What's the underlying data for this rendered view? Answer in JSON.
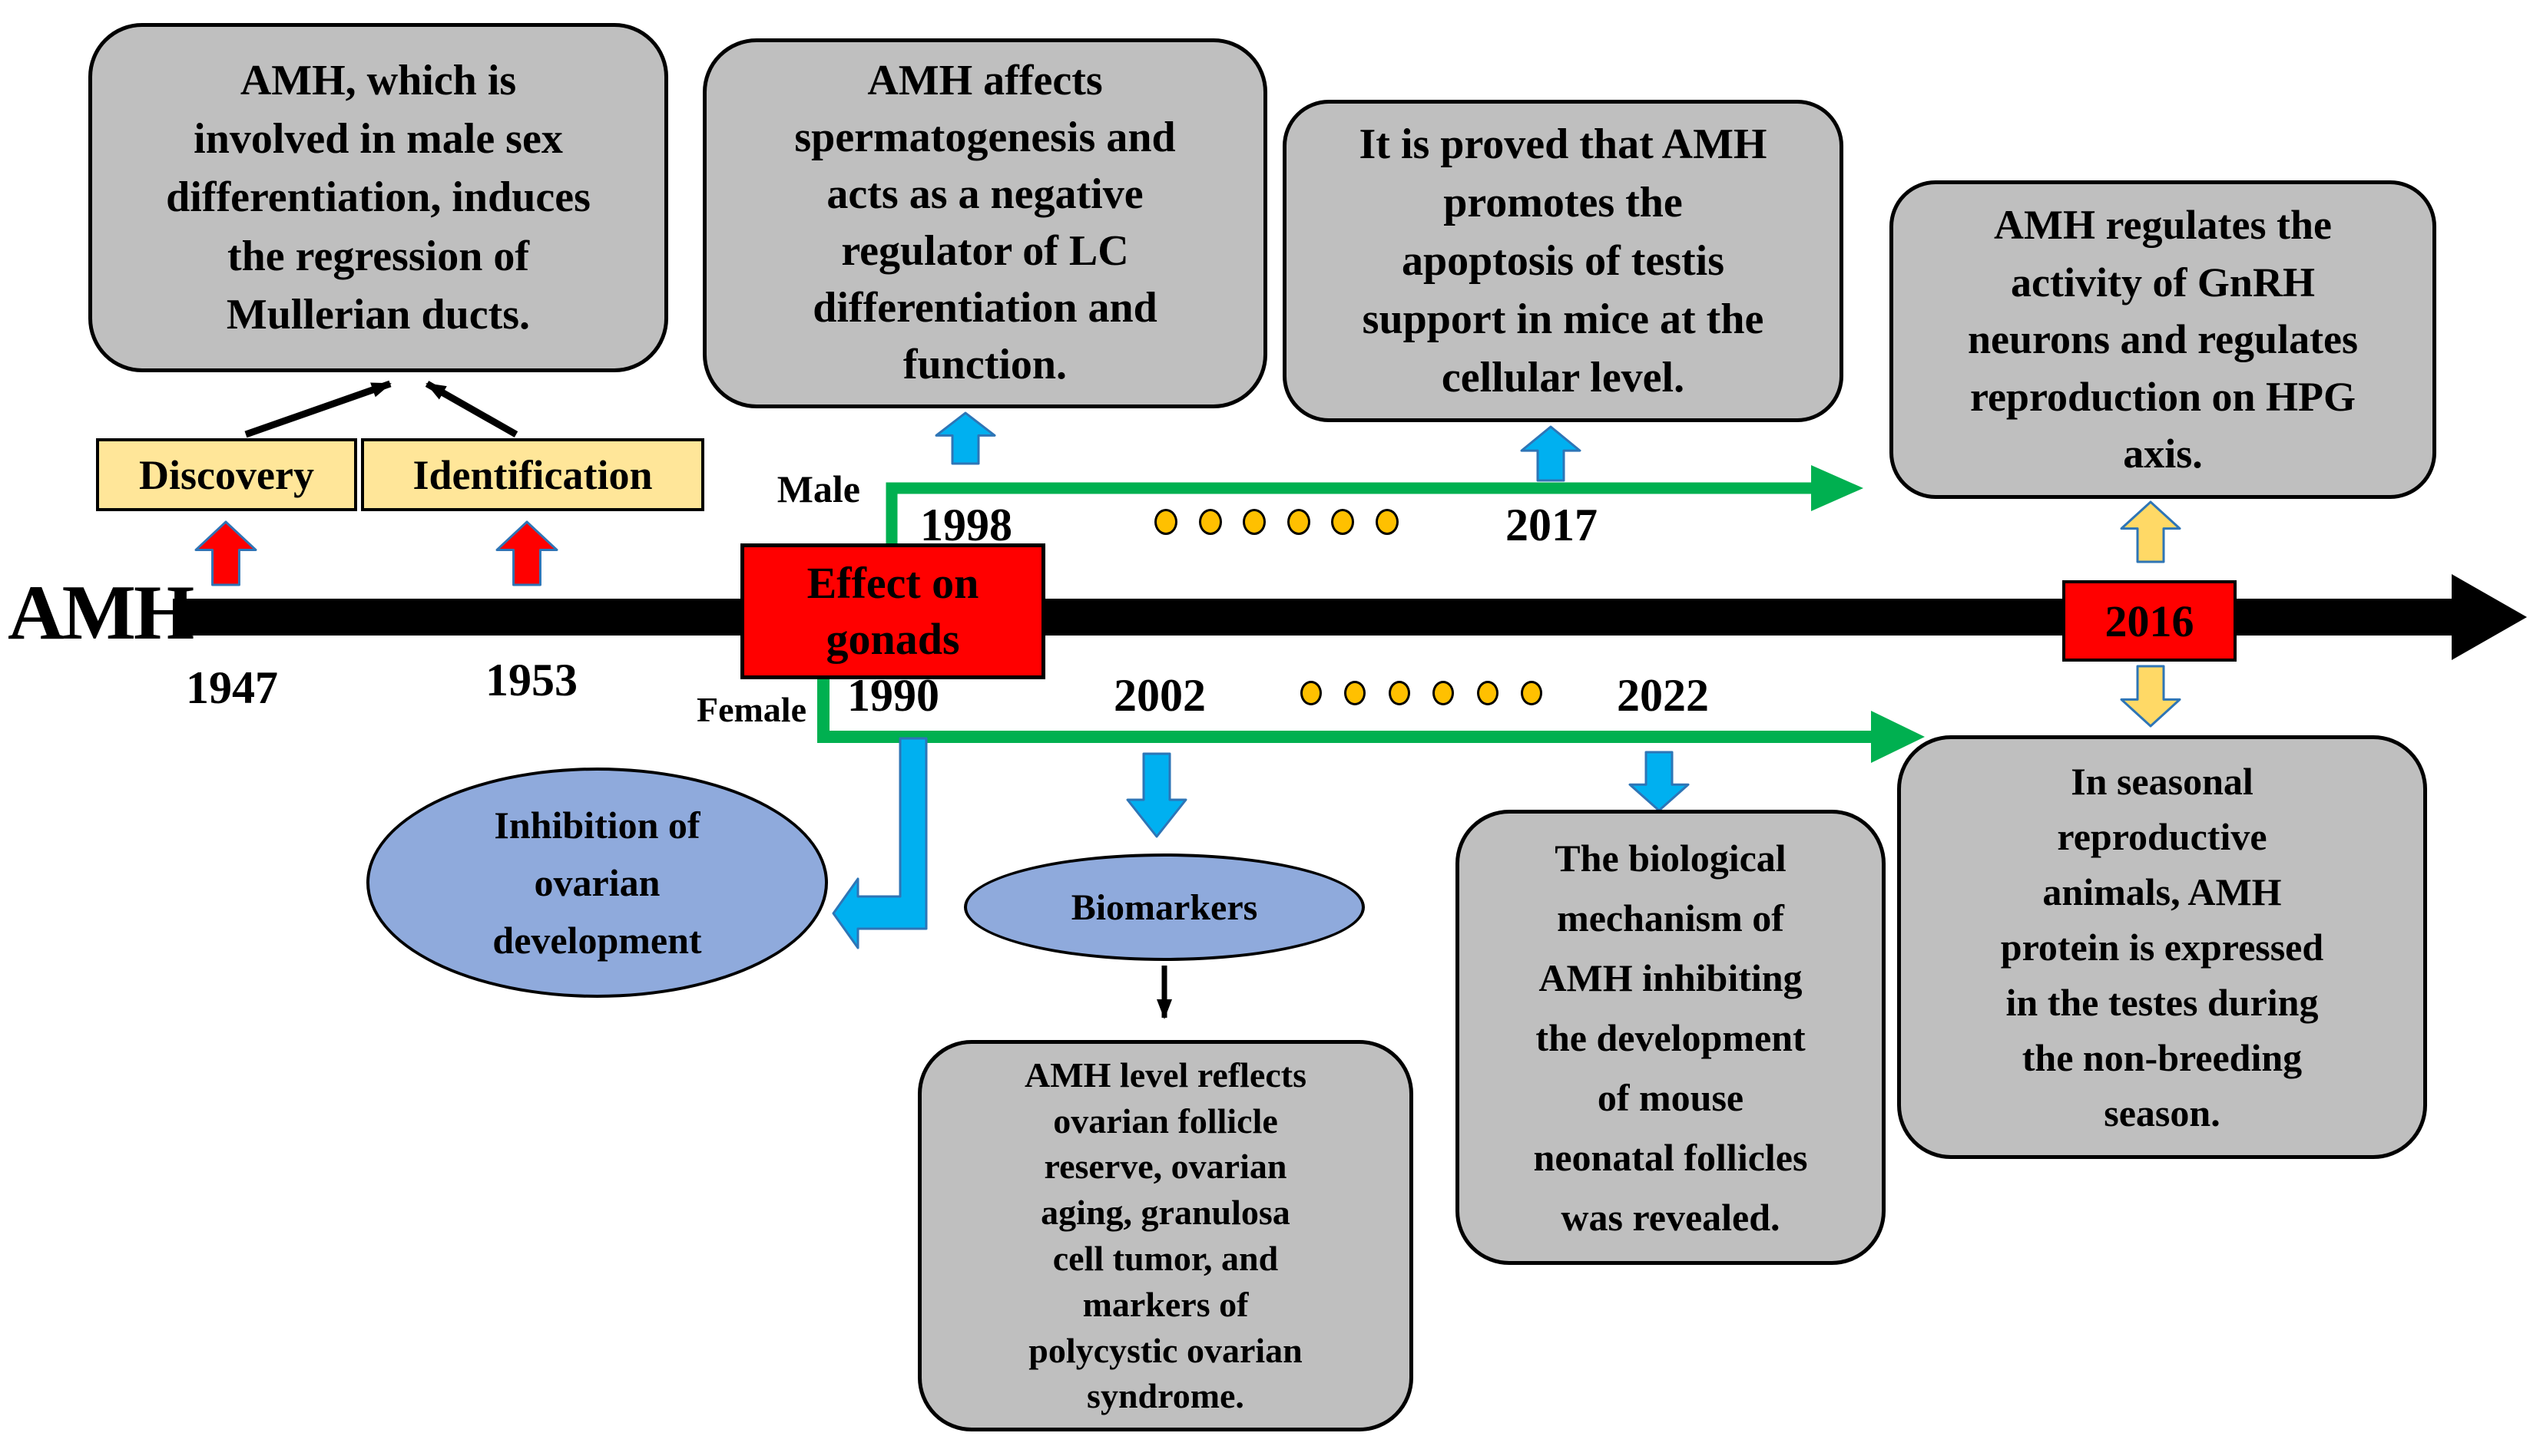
{
  "colors": {
    "ink": "#000000",
    "green": "#00B050",
    "blue": "#00B0F0",
    "blue_dark": "#2E75B6",
    "yellow": "#FFD966",
    "red": "#FF0000",
    "gray_box": "#BFBFBF",
    "tan": "#FFE699",
    "ellipse_blue": "#8FAADC",
    "dot": "#FFC000"
  },
  "timeline": {
    "label": "AMH",
    "years": {
      "y1947": "1947",
      "y1953": "1953",
      "y2016": "2016"
    }
  },
  "categories": {
    "discovery": "Discovery",
    "identification": "Identification"
  },
  "branches": {
    "male": {
      "label": "Male",
      "years": {
        "y1998": "1998",
        "y2017": "2017"
      },
      "dots": 6
    },
    "female": {
      "label": "Female",
      "years": {
        "y1990": "1990",
        "y2002": "2002",
        "y2022": "2022"
      },
      "dots": 6
    }
  },
  "nodes": {
    "effect_on_gonads": "Effect on\ngonads",
    "inhibition": "Inhibition of\novarian\ndevelopment",
    "biomarkers": "Biomarkers"
  },
  "notes": {
    "mullerian": "AMH, which is\ninvolved in male sex\ndifferentiation, induces\nthe regression of\nMullerian ducts.",
    "spermatogenesis": "AMH affects\nspermatogenesis and\nacts as a negative\nregulator of LC\ndifferentiation and\nfunction.",
    "apoptosis": "It is proved that AMH\npromotes the\napoptosis of testis\nsupport in mice at the\ncellular level.",
    "gnrh": "AMH regulates the\nactivity of GnRH\nneurons and regulates\nreproduction on HPG\naxis.",
    "seasonal": "In seasonal\nreproductive\nanimals, AMH\nprotein is expressed\nin the testes during\nthe non-breeding\nseason.",
    "biological": "The biological\nmechanism of\nAMH inhibiting\nthe development\nof mouse\nneonatal follicles\nwas revealed.",
    "amh_level": "AMH level reflects\novarian follicle\nreserve, ovarian\naging, granulosa\ncell tumor, and\nmarkers of\npolycystic ovarian\nsyndrome."
  }
}
